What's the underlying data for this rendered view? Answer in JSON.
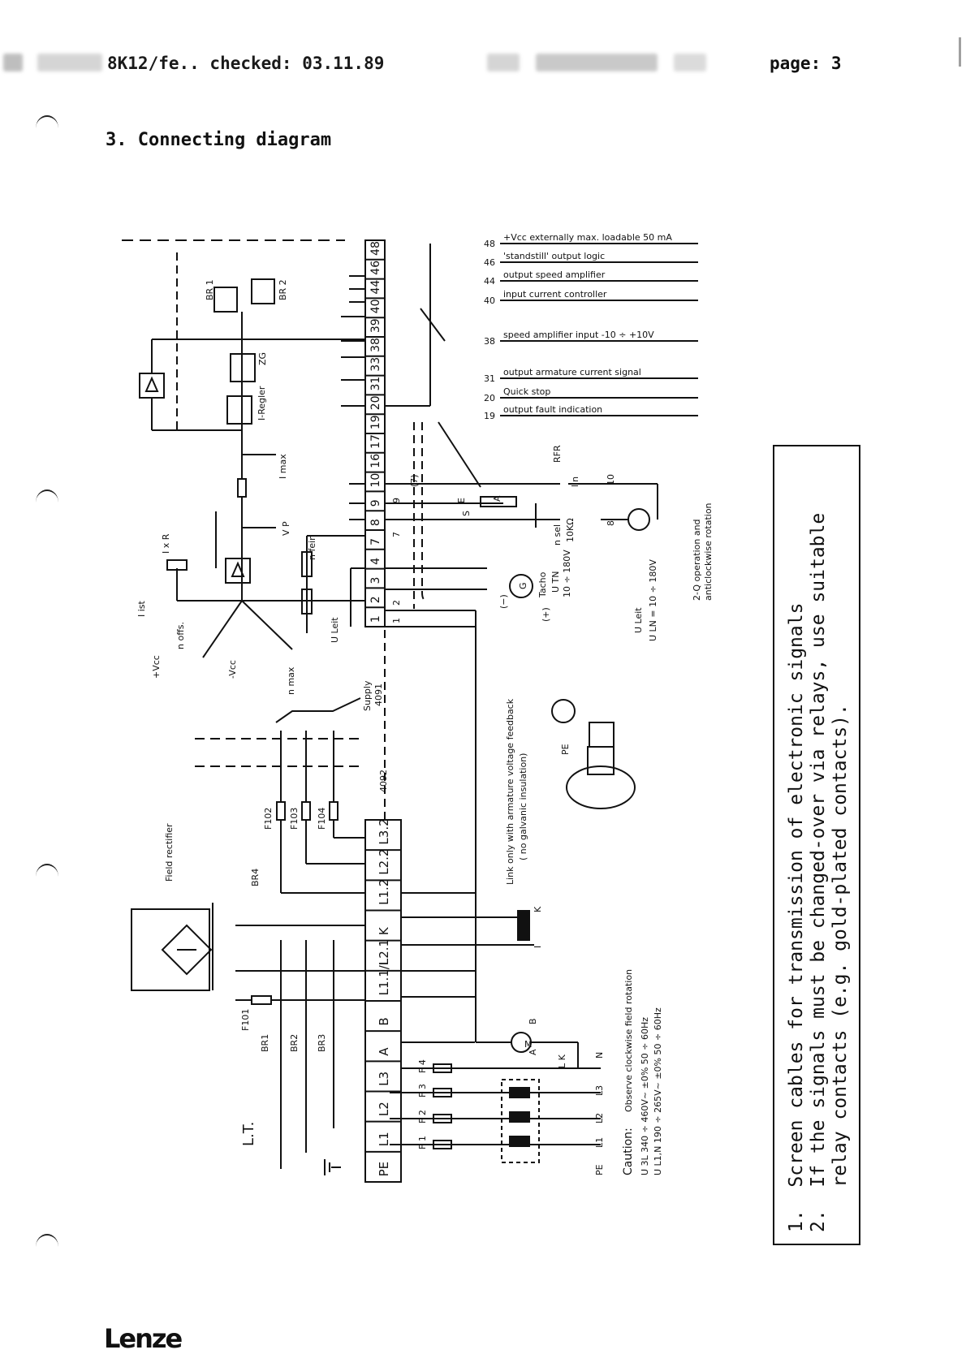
{
  "header": {
    "doc_ref": "8K12/fe.. checked: 03.11.89",
    "page_label": "page: 3"
  },
  "section_title": "3. Connecting diagram",
  "diagram": {
    "top_terminals": [
      "48",
      "46",
      "44",
      "40",
      "39",
      "38",
      "33",
      "31",
      "20",
      "19",
      "17",
      "16",
      "10",
      "9",
      "8",
      "7",
      "4",
      "3",
      "2",
      "1"
    ],
    "bottom_terminals": [
      "L3.2",
      "L2.2",
      "L1.2",
      "K",
      "I",
      "L1.1/L2.1",
      "B",
      "A",
      "L3",
      "L2",
      "L1",
      "PE"
    ],
    "signal_list": [
      {
        "num": "48",
        "text": "+Vcc  externally  max. loadable  50 mA"
      },
      {
        "num": "46",
        "text": "'standstill' output logic"
      },
      {
        "num": "44",
        "text": "output  speed  amplifier"
      },
      {
        "num": "40",
        "text": "input  current  controller"
      },
      {
        "num": "38",
        "text": "speed  amplifier  input  -10 ÷ +10V"
      },
      {
        "num": "31",
        "text": "output  armature  current  signal"
      },
      {
        "num": "20",
        "text": "Quick  stop"
      },
      {
        "num": "19",
        "text": "output  fault  indication"
      }
    ],
    "labels": {
      "br1_top": "BR 1",
      "br2_top": "BR 2",
      "zg": "ZG",
      "i_regler": "I-Regler",
      "i_max": "I max",
      "v_p": "V P",
      "i_x_r": "I x R",
      "i_ist": "I ist",
      "n_offs": "n offs.",
      "plus_vcc": "+Vcc",
      "minus_vcc": "-Vcc",
      "n_max": "n max",
      "n_fein": "n fein",
      "u_leit": "U Leit",
      "supply": "Supply",
      "supply_num": "4091",
      "field_num": "4092",
      "rfr": "RFR",
      "lin": "lin",
      "n_sel": "n sel",
      "ohm": "10KΩ",
      "s": "S",
      "e": "E",
      "a_pot": "A",
      "tacho": "Tacho",
      "u_tn": "U TN",
      "tacho_range": "10 ÷ 180V",
      "minus_paren": "(−)",
      "plus_paren": "(+)",
      "g": "G",
      "u_leit_right": "U Leit",
      "u_ln": "U LN = 10 ÷ 180V",
      "two_q": "2-Q operation and",
      "anticlock": "anticlockwise rotation",
      "link1": "Link only with armature voltage feedback",
      "link2": "( no galvanic insulation)",
      "pe": "PE",
      "field_rectifier": "Field rectifier",
      "br4": "BR4",
      "f101": "F101",
      "br1": "BR1",
      "br2": "BR2",
      "br3": "BR3",
      "f102": "F102",
      "f103": "F103",
      "f104": "F104",
      "f1": "F 1",
      "f2": "F 2",
      "f3": "F 3",
      "f4": "F 4",
      "lt": "L.T.",
      "m": "M",
      "k": "K",
      "i": "I",
      "lk": "L K",
      "bot_n": "N",
      "bot_l3": "L3",
      "bot_l2": "L2",
      "bot_l1": "L1",
      "bot_pe": "PE",
      "caution": "Caution:",
      "caution_text": "Observe  clockwise  field rotation",
      "u3l": "U  3L    340 ÷ 460V~ ±0%   50 ÷ 60Hz",
      "u1n": "U  L1,N  190 ÷ 265V~ ±0%   50 ÷ 60Hz",
      "nine": "9",
      "seven": "7",
      "two": "2",
      "one": "1",
      "bracket7": "(7)",
      "eight": "8",
      "ten": "10",
      "b": "B",
      "a": "A"
    }
  },
  "notes": [
    "1.  Screen cables for transmission of electronic signals",
    "2.  If the signals must be changed-over via relays, use suitable",
    "    relay contacts (e.g. gold-plated contacts)."
  ],
  "logo": "Lenze"
}
